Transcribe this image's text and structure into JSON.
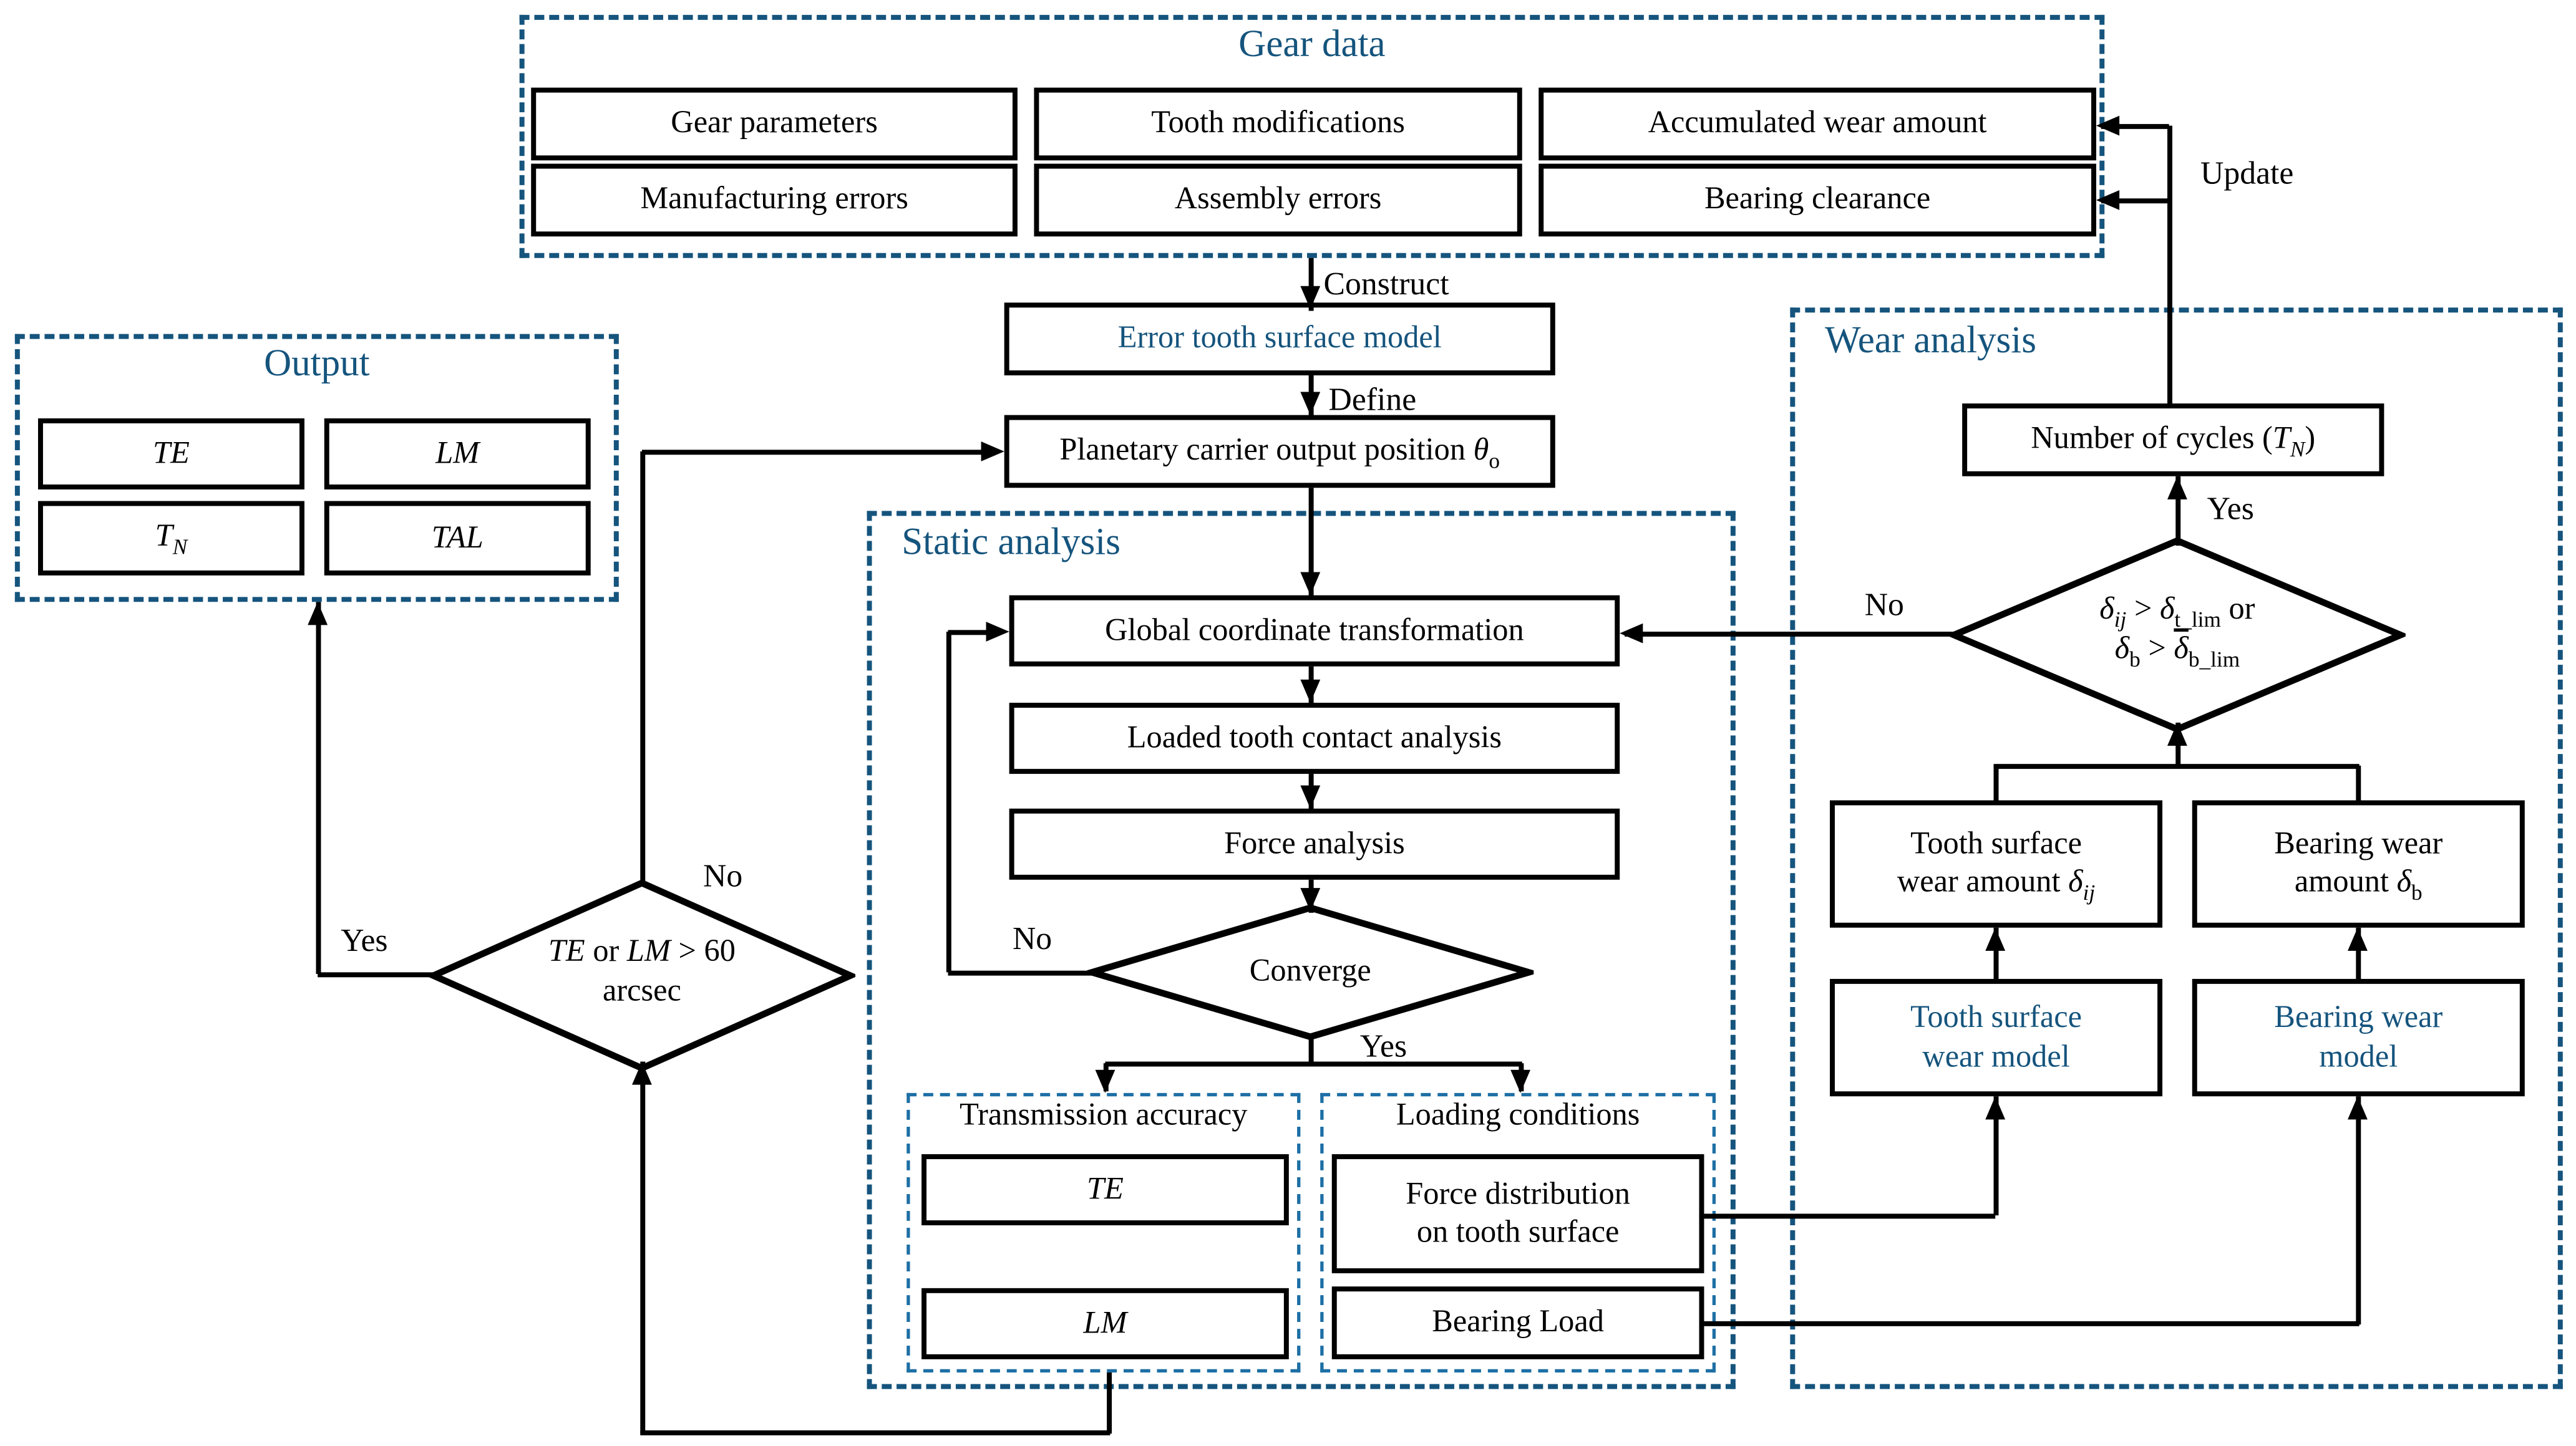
{
  "colors": {
    "accent": "#15547D",
    "inner_accent": "#1D6FA5",
    "line": "#000000",
    "box_bg": "#FFFFFF"
  },
  "gear_data": {
    "title": "Gear data",
    "row1": [
      "Gear parameters",
      "Tooth modifications",
      "Accumulated wear amount"
    ],
    "row2": [
      "Manufacturing errors",
      "Assembly errors",
      "Bearing clearance"
    ]
  },
  "flow": {
    "construct": "Construct",
    "error_model": "Error tooth surface model",
    "define": "Define",
    "planetary_pre": "Planetary carrier output position ",
    "planetary_sym": "θ",
    "planetary_sub": "o"
  },
  "static_panel": {
    "title": "Static analysis",
    "gct": "Global coordinate transformation",
    "ltca": "Loaded tooth contact analysis",
    "force": "Force analysis",
    "converge": "Converge",
    "no": "No",
    "yes": "Yes"
  },
  "transmission": {
    "title": "Transmission accuracy",
    "te": "TE",
    "lm": "LM"
  },
  "loading": {
    "title": "Loading conditions",
    "force_dist_1": "Force distribution",
    "force_dist_2": "on tooth surface",
    "bearing_load": "Bearing Load"
  },
  "output_panel": {
    "title": "Output",
    "te": "TE",
    "lm": "LM",
    "tn_sym": "T",
    "tn_sub": "N",
    "tal": "TAL"
  },
  "telm": {
    "te": "TE",
    "or": " or ",
    "lm": "LM",
    "gt": " > 60",
    "line2": "arcsec",
    "yes": "Yes",
    "no": "No"
  },
  "wear_panel": {
    "title": "Wear analysis",
    "update": "Update",
    "cycles_pre": "Number of cycles (",
    "cycles_sym": "T",
    "cycles_sub": "N",
    "cycles_post": ")",
    "yes": "Yes",
    "no": "No",
    "d": {
      "d1": "δ",
      "s1": "ij",
      "gt1": " > ",
      "d2": "δ",
      "s2": "t_lim",
      "or": " or",
      "d3": "δ",
      "s3": "b",
      "gt2": " > ",
      "d4": "δ",
      "s4": "b_lim"
    },
    "tooth_amount_1": "Tooth surface",
    "tooth_amount_2": "wear amount ",
    "tooth_amount_sym": "δ",
    "tooth_amount_sub": "ij",
    "bearing_amount_1": "Bearing wear",
    "bearing_amount_2": "amount ",
    "bearing_amount_sym": "δ",
    "bearing_amount_sub": "b",
    "tooth_model_1": "Tooth surface",
    "tooth_model_2": "wear model",
    "bearing_model_1": "Bearing wear",
    "bearing_model_2": "model"
  }
}
